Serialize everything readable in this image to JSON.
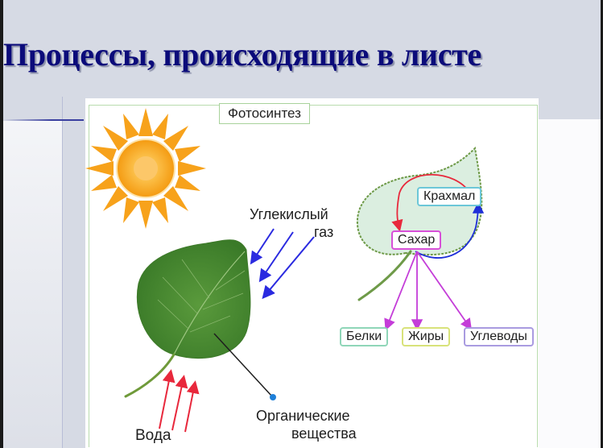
{
  "slide": {
    "title": "Процессы, происходящие в листе"
  },
  "diagram": {
    "frame_label": "Фотосинтез",
    "labels": {
      "co2_line1": "Углекислый",
      "co2_line2": "газ",
      "water": "Вода",
      "organic_line1": "Органические",
      "organic_line2": "вещества"
    },
    "boxes": {
      "starch": "Крахмал",
      "sugar": "Сахар",
      "proteins": "Белки",
      "fats": "Жиры",
      "carbohydrates": "Углеводы"
    },
    "icons": [
      "sun-icon",
      "green-leaf",
      "light-leaf",
      "co2-arrows",
      "water-arrows"
    ],
    "colors": {
      "title": "#0b0b7a",
      "sun": "#f7a21b",
      "leaf": "#4a8a32",
      "co2_arrow": "#2a2ae0",
      "water_arrow": "#e8283c",
      "starch_border": "#6cc7d8",
      "sugar_border": "#d84fd8",
      "proteins_border": "#8fd6b8",
      "fats_border": "#d8e27a",
      "carbohydrates_border": "#a99be0",
      "frame": "#b9dcae"
    }
  }
}
